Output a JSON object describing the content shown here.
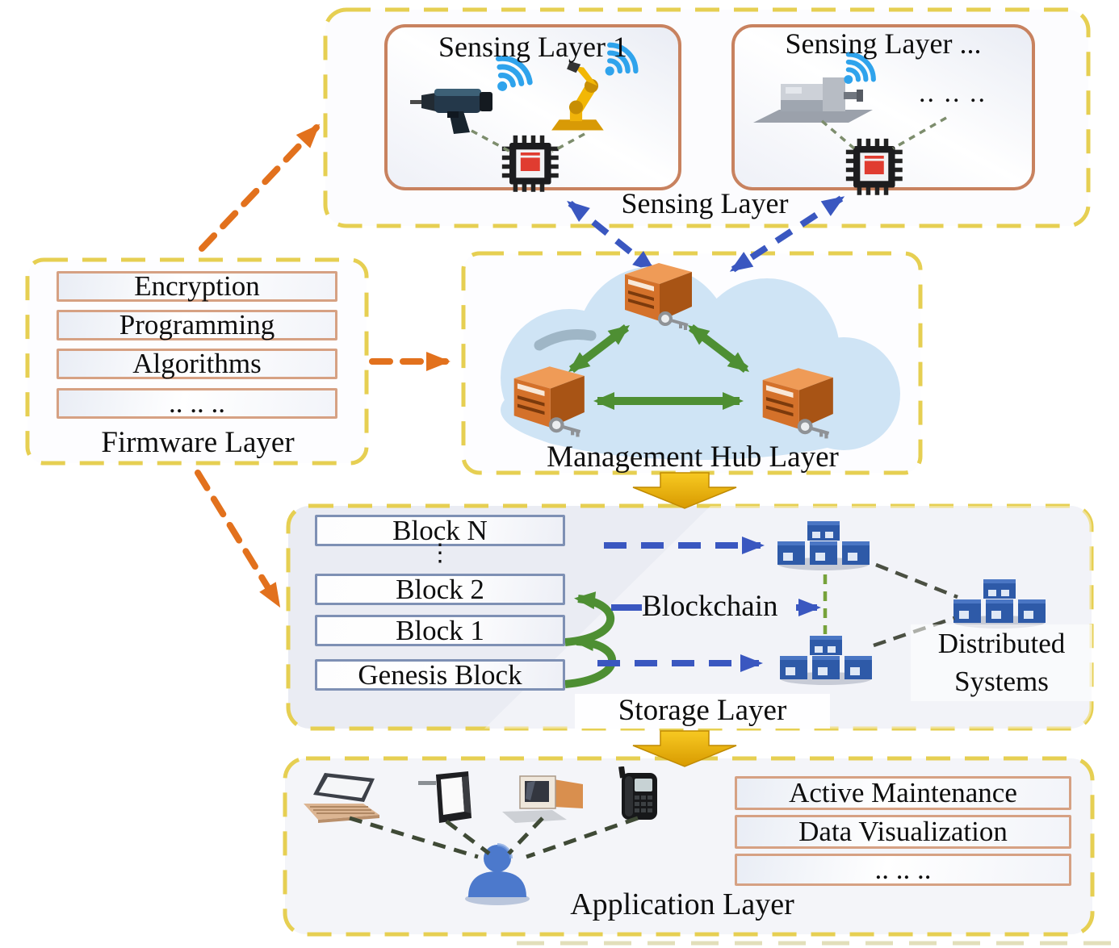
{
  "sensing": {
    "box1_title": "Sensing Layer 1",
    "box2_title": "Sensing Layer ...",
    "box2_dots": ".. .. ..",
    "label": "Sensing Layer"
  },
  "firmware": {
    "items": [
      "Encryption",
      "Programming",
      "Algorithms",
      ".. .. .."
    ],
    "label": "Firmware Layer"
  },
  "hub": {
    "label": "Management Hub Layer"
  },
  "storage": {
    "blocks": [
      "Block N",
      "Block 2",
      "Block 1",
      "Genesis Block"
    ],
    "ellipsis": "⋮",
    "blockchain_label": "Blockchain",
    "distributed_line1": "Distributed",
    "distributed_line2": "Systems",
    "label": "Storage Layer"
  },
  "application": {
    "items": [
      "Active Maintenance",
      "Data Visualization",
      ".. .. .."
    ],
    "label": "Application Layer"
  },
  "colors": {
    "container_border": "#e6cf52",
    "sensing_box_border": "#c8825f",
    "item_border_orange": "#d6a183",
    "item_border_blue": "#7e90b4",
    "orange_arrow": "#e2711d",
    "blue_arrow": "#3a57c0",
    "green_arrow": "#4e8f33",
    "gold_arrow": "#edb203",
    "text": "#0e0e0e"
  }
}
